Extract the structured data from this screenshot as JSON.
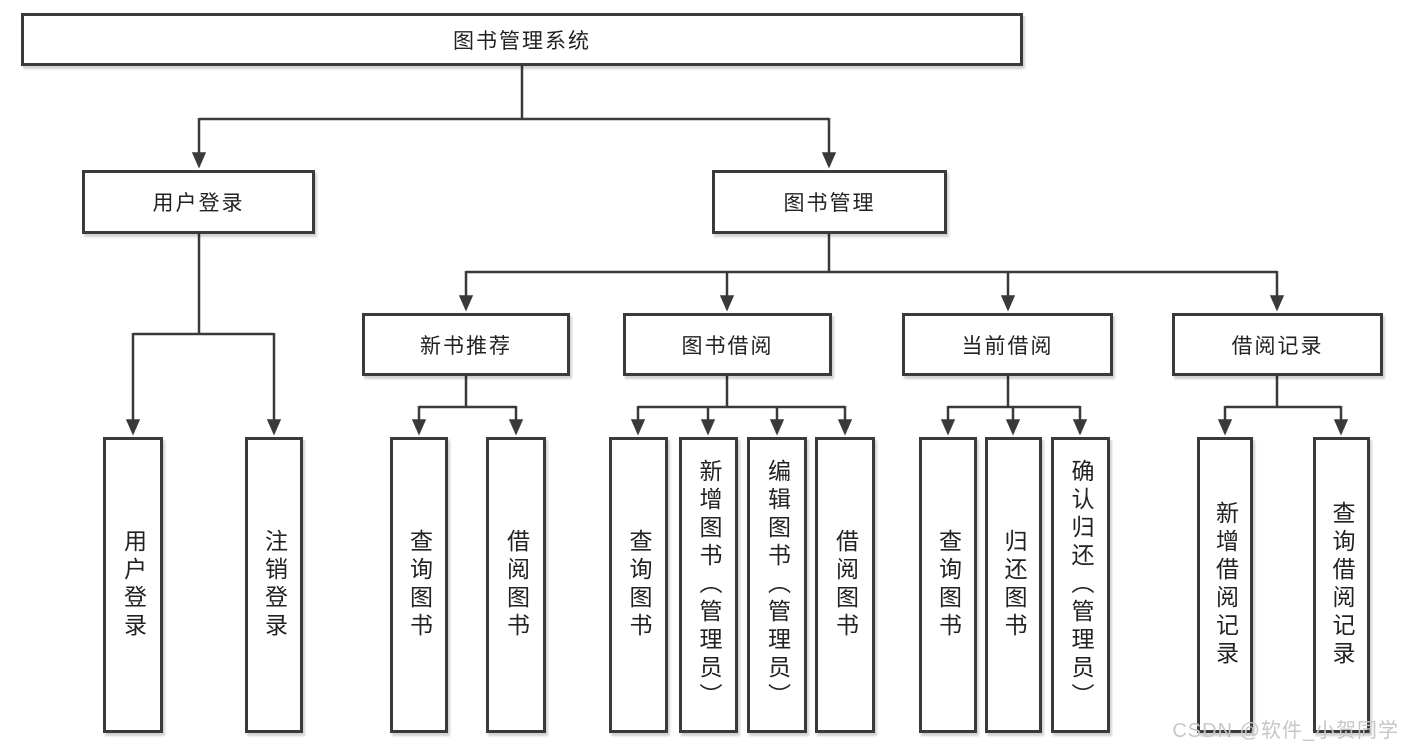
{
  "root": {
    "label": "图书管理系统"
  },
  "level2": {
    "user_login": {
      "label": "用户登录"
    },
    "book_management": {
      "label": "图书管理"
    }
  },
  "user_login_children": [
    {
      "label": "用户登录"
    },
    {
      "label": "注销登录"
    }
  ],
  "modules": [
    {
      "label": "新书推荐",
      "children": [
        {
          "label": "查询图书"
        },
        {
          "label": "借阅图书"
        }
      ]
    },
    {
      "label": "图书借阅",
      "children": [
        {
          "label": "查询图书"
        },
        {
          "label": "新增图书（管理员）"
        },
        {
          "label": "编辑图书（管理员）"
        },
        {
          "label": "借阅图书"
        }
      ]
    },
    {
      "label": "当前借阅",
      "children": [
        {
          "label": "查询图书"
        },
        {
          "label": "归还图书"
        },
        {
          "label": "确认归还（管理员）"
        }
      ]
    },
    {
      "label": "借阅记录",
      "children": [
        {
          "label": "新增借阅记录"
        },
        {
          "label": "查询借阅记录"
        }
      ]
    }
  ],
  "watermark": {
    "text": "CSDN @软件_小贺同学"
  },
  "colors": {
    "line": "#3a3a3a",
    "text": "#222222",
    "background": "#ffffff",
    "watermark": "#c9c6c6"
  }
}
